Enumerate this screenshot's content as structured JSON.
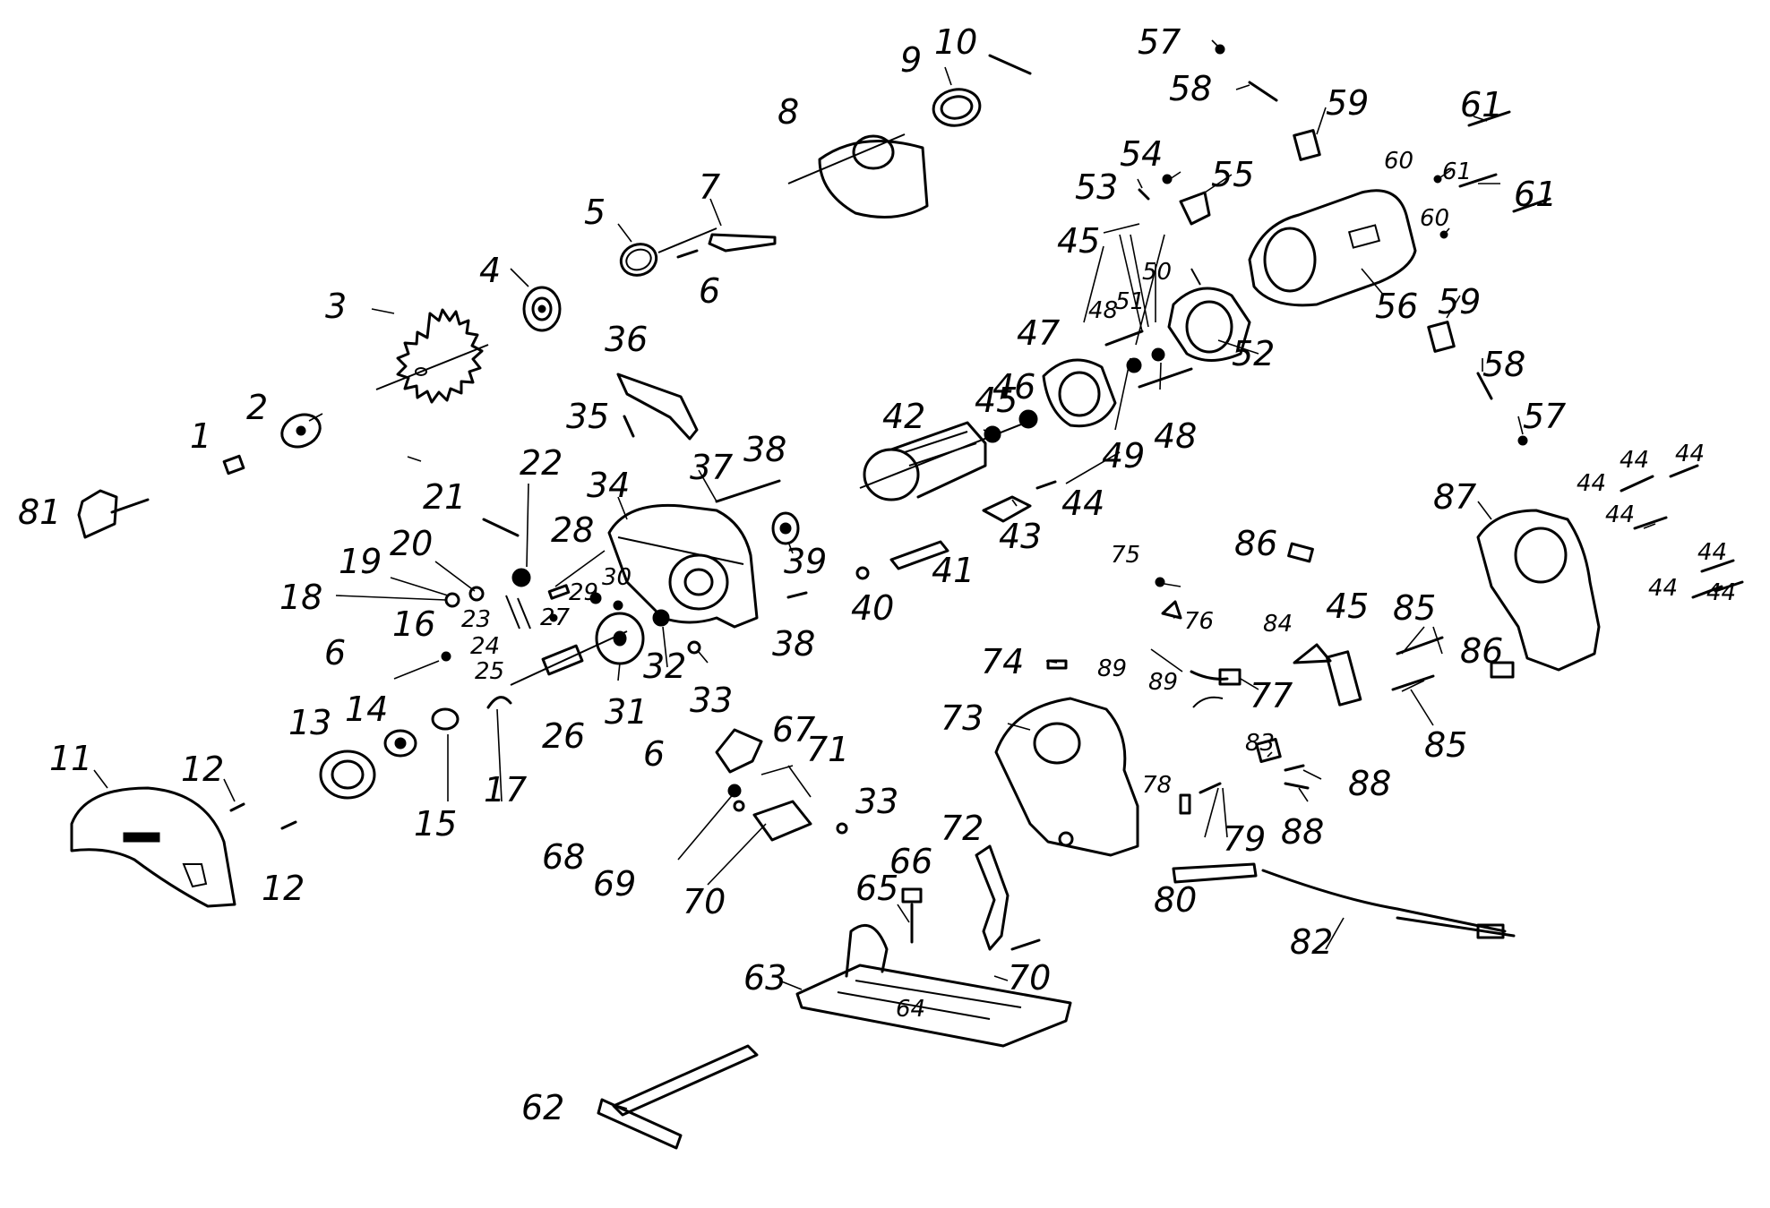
{
  "diagram": {
    "type": "exploded-parts-diagram",
    "ink_color": "#000000",
    "background_color": "#ffffff",
    "callouts": {
      "c1": "1",
      "c2": "2",
      "c3": "3",
      "c4": "4",
      "c5": "5",
      "c6": "6",
      "c7": "7",
      "c8": "8",
      "c9": "9",
      "c10": "10",
      "c11": "11",
      "c12": "12",
      "c13": "13",
      "c14": "14",
      "c15": "15",
      "c16": "16",
      "c17": "17",
      "c18": "18",
      "c19": "19",
      "c20": "20",
      "c21": "21",
      "c22": "22",
      "c23": "23",
      "c24": "24",
      "c25": "25",
      "c26": "26",
      "c27": "27",
      "c28": "28",
      "c29": "29",
      "c30": "30",
      "c31": "31",
      "c32": "32",
      "c33": "33",
      "c34": "34",
      "c35": "35",
      "c36": "36",
      "c37": "37",
      "c38": "38",
      "c39": "39",
      "c40": "40",
      "c41": "41",
      "c42": "42",
      "c43": "43",
      "c44": "44",
      "c45": "45",
      "c46": "46",
      "c47": "47",
      "c48": "48",
      "c49": "49",
      "c50": "50",
      "c51": "51",
      "c52": "52",
      "c53": "53",
      "c54": "54",
      "c55": "55",
      "c56": "56",
      "c57": "57",
      "c58": "58",
      "c59": "59",
      "c60": "60",
      "c61": "61",
      "c62": "62",
      "c63": "63",
      "c64": "64",
      "c65": "65",
      "c66": "66",
      "c67": "67",
      "c68": "68",
      "c69": "69",
      "c70": "70",
      "c71": "71",
      "c72": "72",
      "c73": "73",
      "c74": "74",
      "c75": "75",
      "c76": "76",
      "c77": "77",
      "c78": "78",
      "c79": "79",
      "c80": "80",
      "c81": "81",
      "c82": "82",
      "c83": "83",
      "c84": "84",
      "c85": "85",
      "c86": "86",
      "c87": "87",
      "c88": "88",
      "c89": "89"
    }
  }
}
